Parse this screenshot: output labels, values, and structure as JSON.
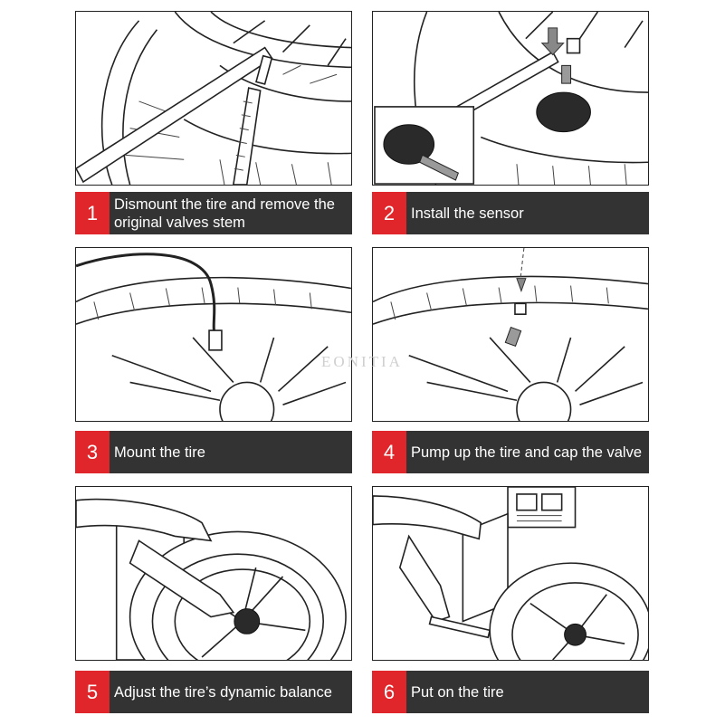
{
  "steps": [
    {
      "number": "1",
      "label": "Dismount the tire and remove the original valves stem"
    },
    {
      "number": "2",
      "label": "Install the sensor"
    },
    {
      "number": "3",
      "label": "Mount the tire"
    },
    {
      "number": "4",
      "label": "Pump up the tire and cap the valve"
    },
    {
      "number": "5",
      "label": "Adjust the tire’s dynamic balance"
    },
    {
      "number": "6",
      "label": "Put on the tire"
    }
  ],
  "watermark": "EONITIA",
  "colors": {
    "number_badge": "#e0262a",
    "caption_bar": "#333333"
  }
}
